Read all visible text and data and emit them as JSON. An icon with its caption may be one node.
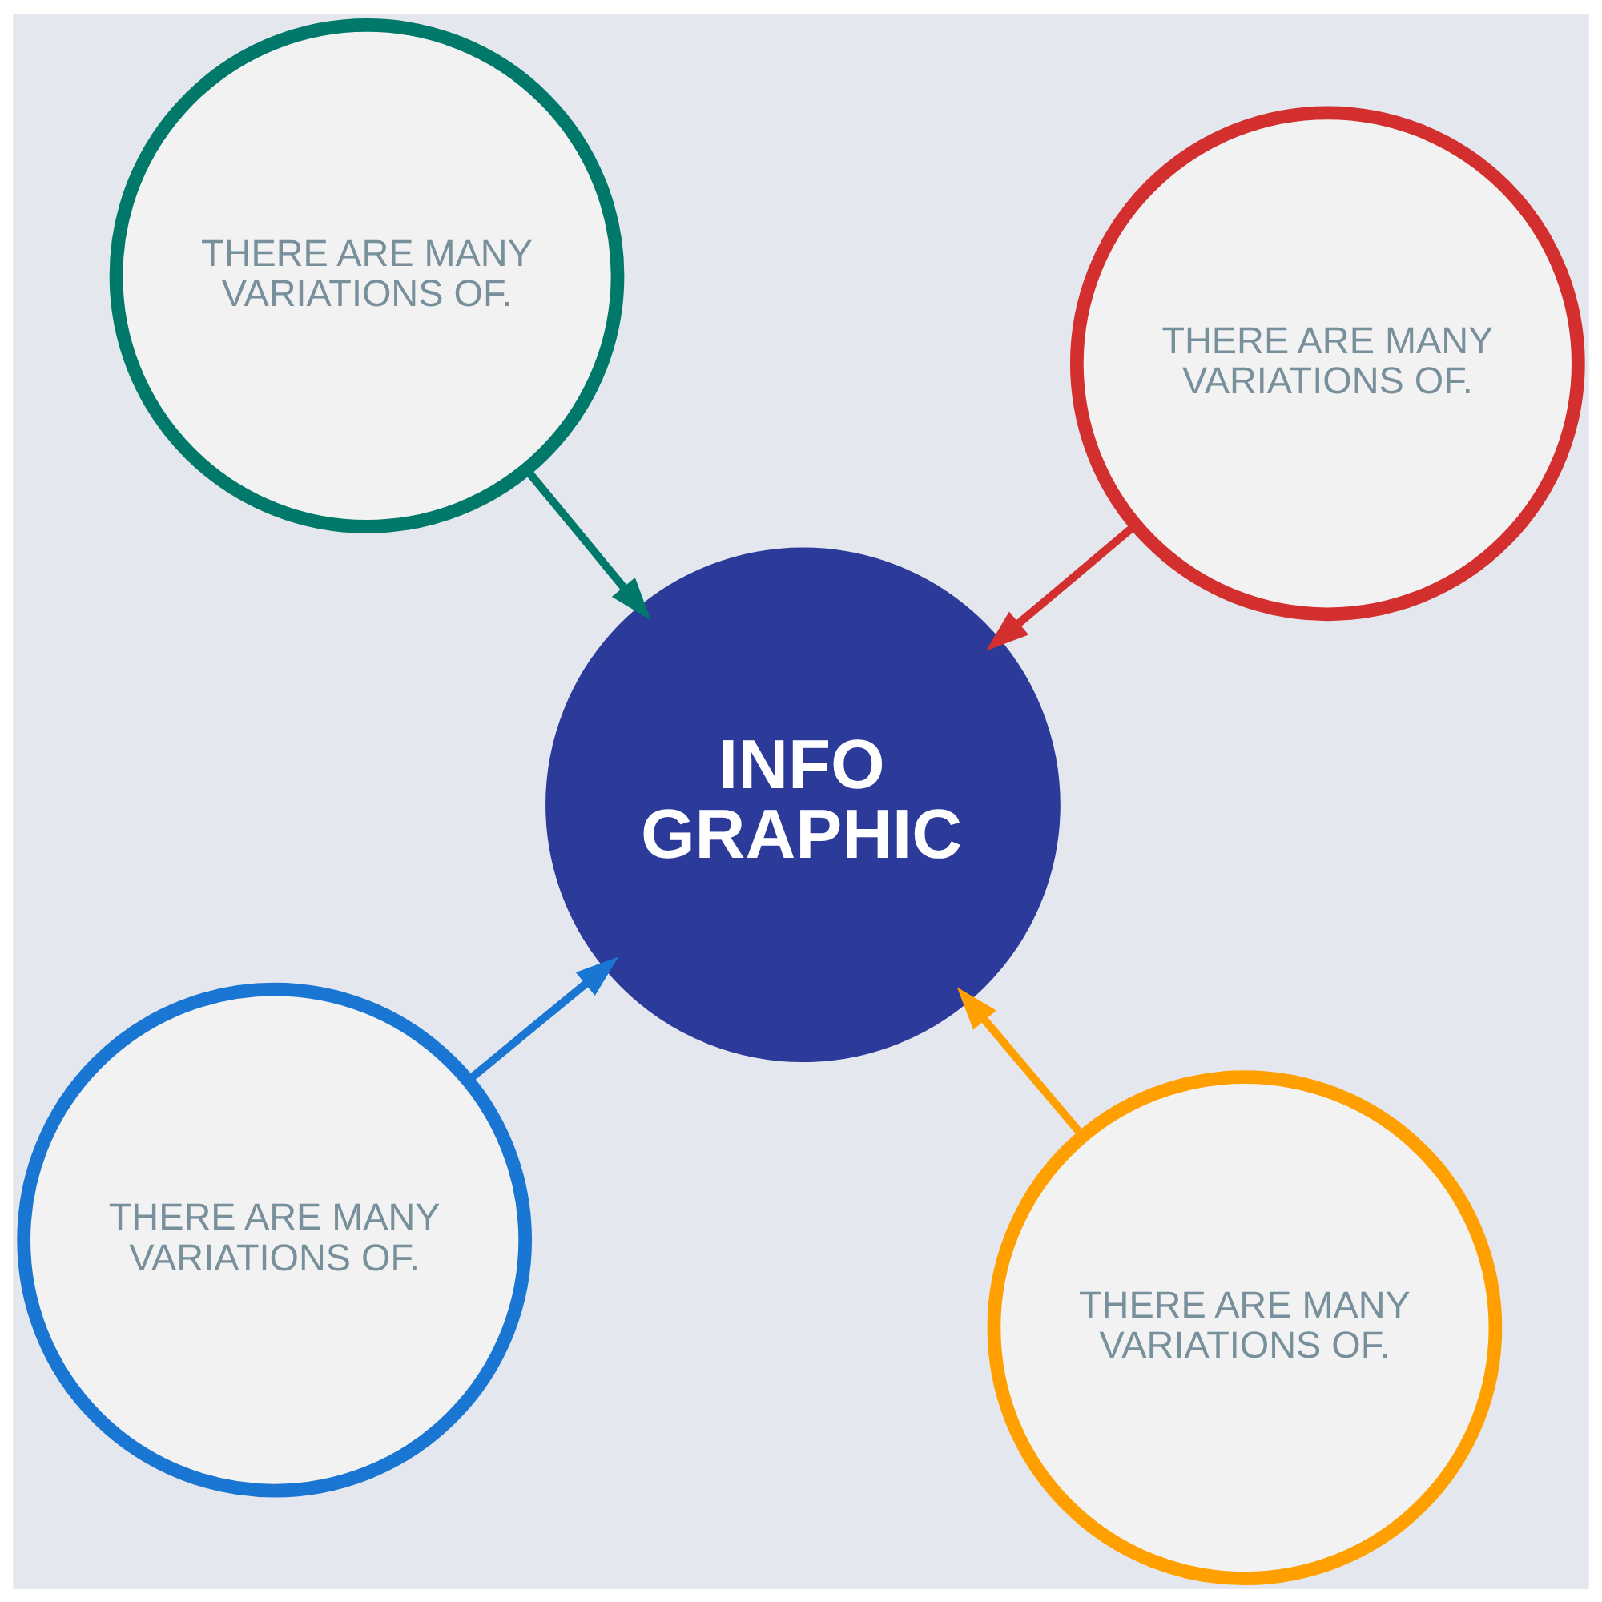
{
  "diagram": {
    "nodes": [
      {
        "text": [
          "THERE ARE MANY VARIATIONS OF."
        ]
      },
      {
        "text": [
          "THERE ARE MANY VARIATIONS OF."
        ]
      },
      {
        "text": [
          "INFO GRAPHIC"
        ]
      },
      {
        "text": [
          "THERE ARE MANY VARIATIONS OF."
        ]
      },
      {
        "text": [
          "THERE ARE MANY VARIATIONS OF."
        ]
      }
    ],
    "edges": [
      {
        "from": 0,
        "to": 2,
        "arrow": "to",
        "color": "#1976d2"
      },
      {
        "from": 1,
        "to": 2,
        "arrow": "to",
        "color": "#ffa000"
      },
      {
        "from": 3,
        "to": 2,
        "arrow": "to",
        "color": "#00796b"
      },
      {
        "from": 4,
        "to": 2,
        "arrow": "to",
        "color": "#d32f2f"
      }
    ]
  }
}
